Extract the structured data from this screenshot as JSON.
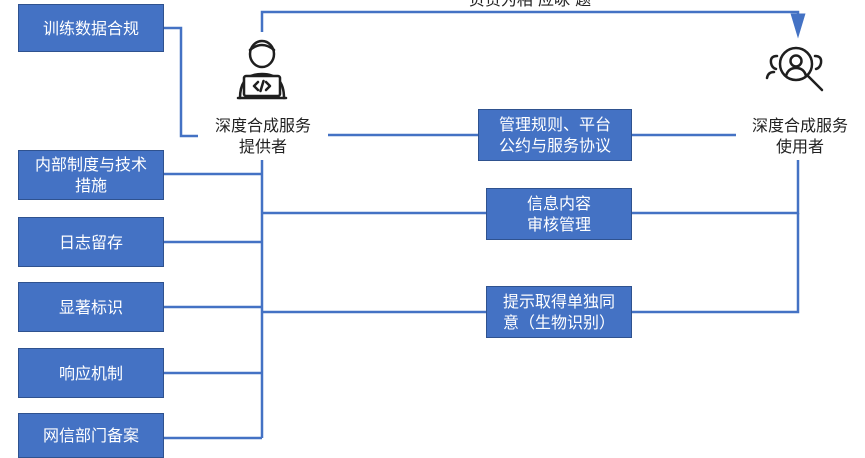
{
  "colors": {
    "box_fill": "#4472c4",
    "box_border": "#2f528f",
    "line": "#4472c4",
    "icon": "#1f1f1f"
  },
  "top_flow_label": "负责为相 应咏 题",
  "provider": {
    "label": "深度合成服务\n提供者",
    "icon": "person-with-laptop-icon"
  },
  "user": {
    "label": "深度合成服务\n使用者",
    "icon": "person-with-magnifier-icon"
  },
  "left_boxes": [
    "训练数据合规",
    "内部制度与技术\n措施",
    "日志留存",
    "显著标识",
    "响应机制",
    "网信部门备案"
  ],
  "middle_boxes": [
    "管理规则、平台\n公约与服务协议",
    "信息内容\n审核管理",
    "提示取得单独同\n意（生物识别）"
  ]
}
